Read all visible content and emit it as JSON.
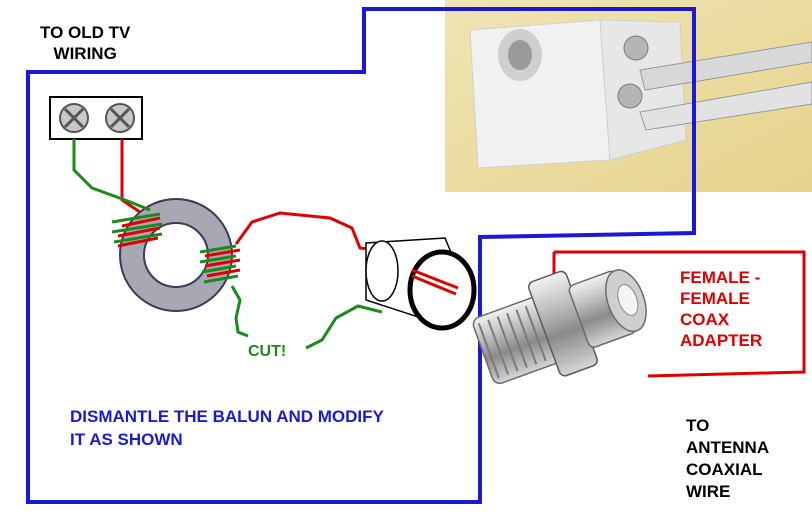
{
  "labels": {
    "tv_wiring": "TO OLD TV\nWIRING",
    "cut": "CUT!",
    "instructions": "DISMANTLE THE BALUN AND MODIFY\nIT AS SHOWN",
    "adapter": "FEMALE -\nFEMALE\nCOAX\nADAPTER",
    "antenna": "TO\nANTENNA\nCOAXIAL\nWIRE"
  },
  "colors": {
    "enclosure_outline": "#1a1ad4",
    "adapter_box": "#e00000",
    "wire_red": "#e00000",
    "wire_green": "#1a8a1a",
    "label_black": "#000000",
    "label_blue": "#1a1ad4",
    "label_green": "#1a8a1a",
    "label_red": "#e00000"
  },
  "icons": [
    "screw-terminal-icon",
    "ferrite-toroid-icon",
    "coax-plug-icon",
    "f-connector-adapter-icon",
    "balun-photo-icon"
  ]
}
